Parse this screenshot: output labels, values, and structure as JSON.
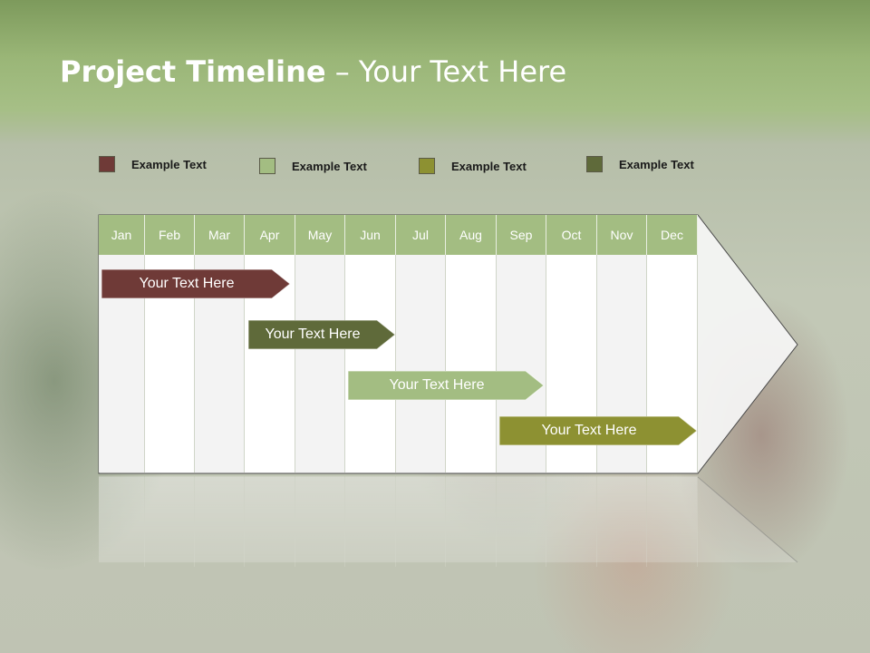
{
  "title": {
    "bold": "Project Timeline",
    "rest": " – Your Text Here"
  },
  "colors": {
    "maroon": "#6f3a37",
    "light_green": "#a3bd82",
    "olive": "#8d9132",
    "dark_olive": "#5f6a3a",
    "month_header": "#a3bd82"
  },
  "legend": [
    {
      "label": "Example Text",
      "color": "#6f3a37"
    },
    {
      "label": "Example Text",
      "color": "#a3bd82"
    },
    {
      "label": "Example Text",
      "color": "#8d9132"
    },
    {
      "label": "Example Text",
      "color": "#5f6a3a"
    }
  ],
  "months": [
    "Jan",
    "Feb",
    "Mar",
    "Apr",
    "May",
    "Jun",
    "Jul",
    "Aug",
    "Sep",
    "Oct",
    "Nov",
    "Dec"
  ],
  "tasks": [
    {
      "label": "Your  Text Here",
      "color": "#6f3a37"
    },
    {
      "label": "Your  Text Here",
      "color": "#5f6a3a"
    },
    {
      "label": "Your  Text Here",
      "color": "#a3bd82"
    },
    {
      "label": "Your  Text Here",
      "color": "#8d9132"
    }
  ]
}
